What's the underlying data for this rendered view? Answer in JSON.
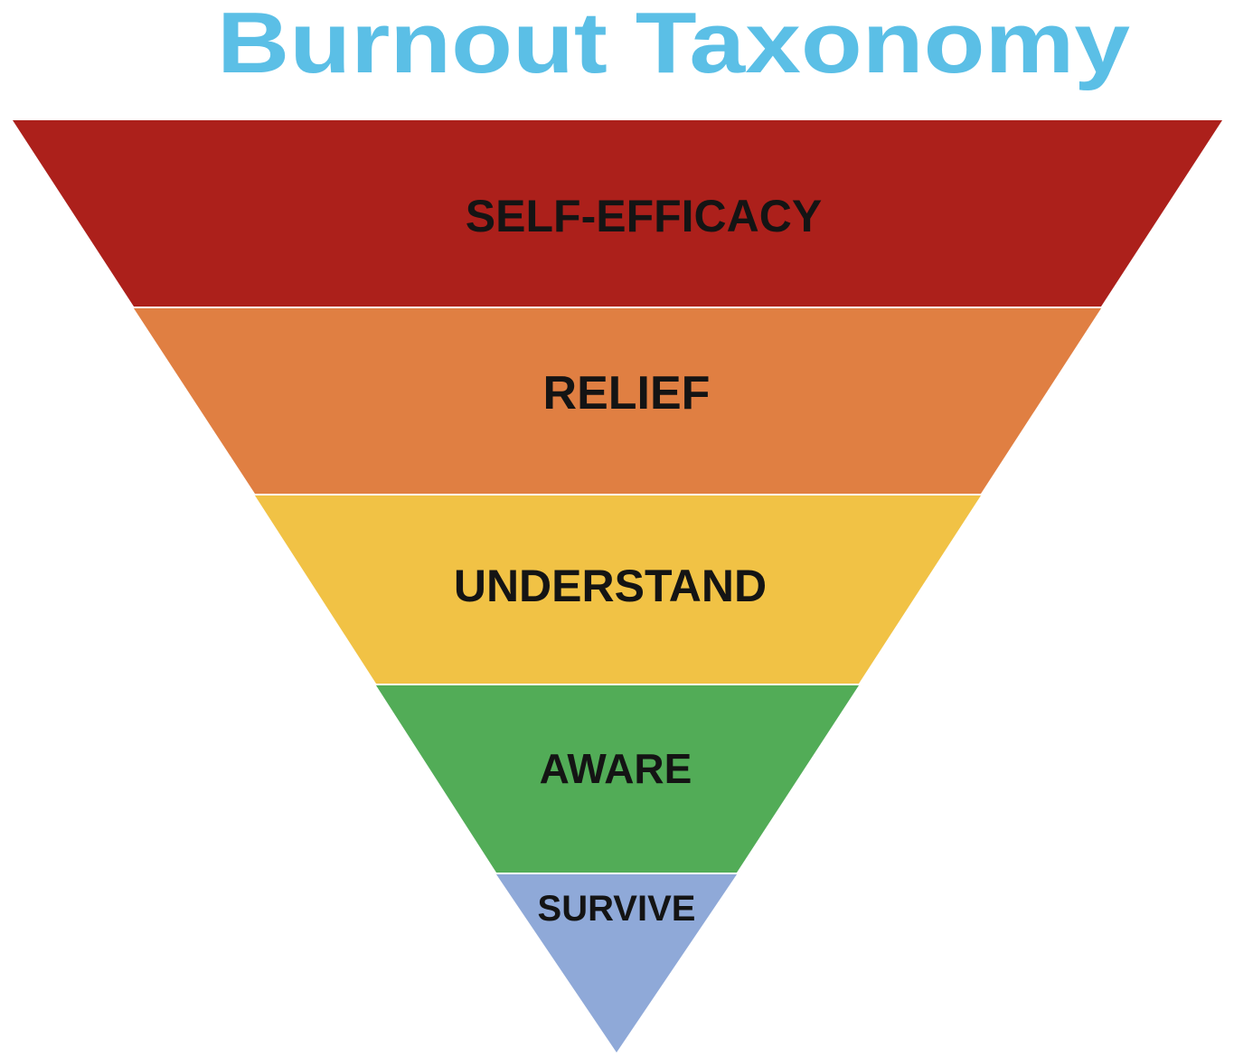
{
  "title": "Burnout Taxonomy",
  "colors": {
    "title": "#5bbfe6",
    "label": "#141414",
    "background": "#ffffff"
  },
  "levels": [
    {
      "label": "SELF-EFFICACY",
      "color": "#ac201b"
    },
    {
      "label": "RELIEF",
      "color": "#e07f42"
    },
    {
      "label": "UNDERSTAND",
      "color": "#f1c245"
    },
    {
      "label": "AWARE",
      "color": "#52ac57"
    },
    {
      "label": "SURVIVE",
      "color": "#8fa9d8"
    }
  ]
}
